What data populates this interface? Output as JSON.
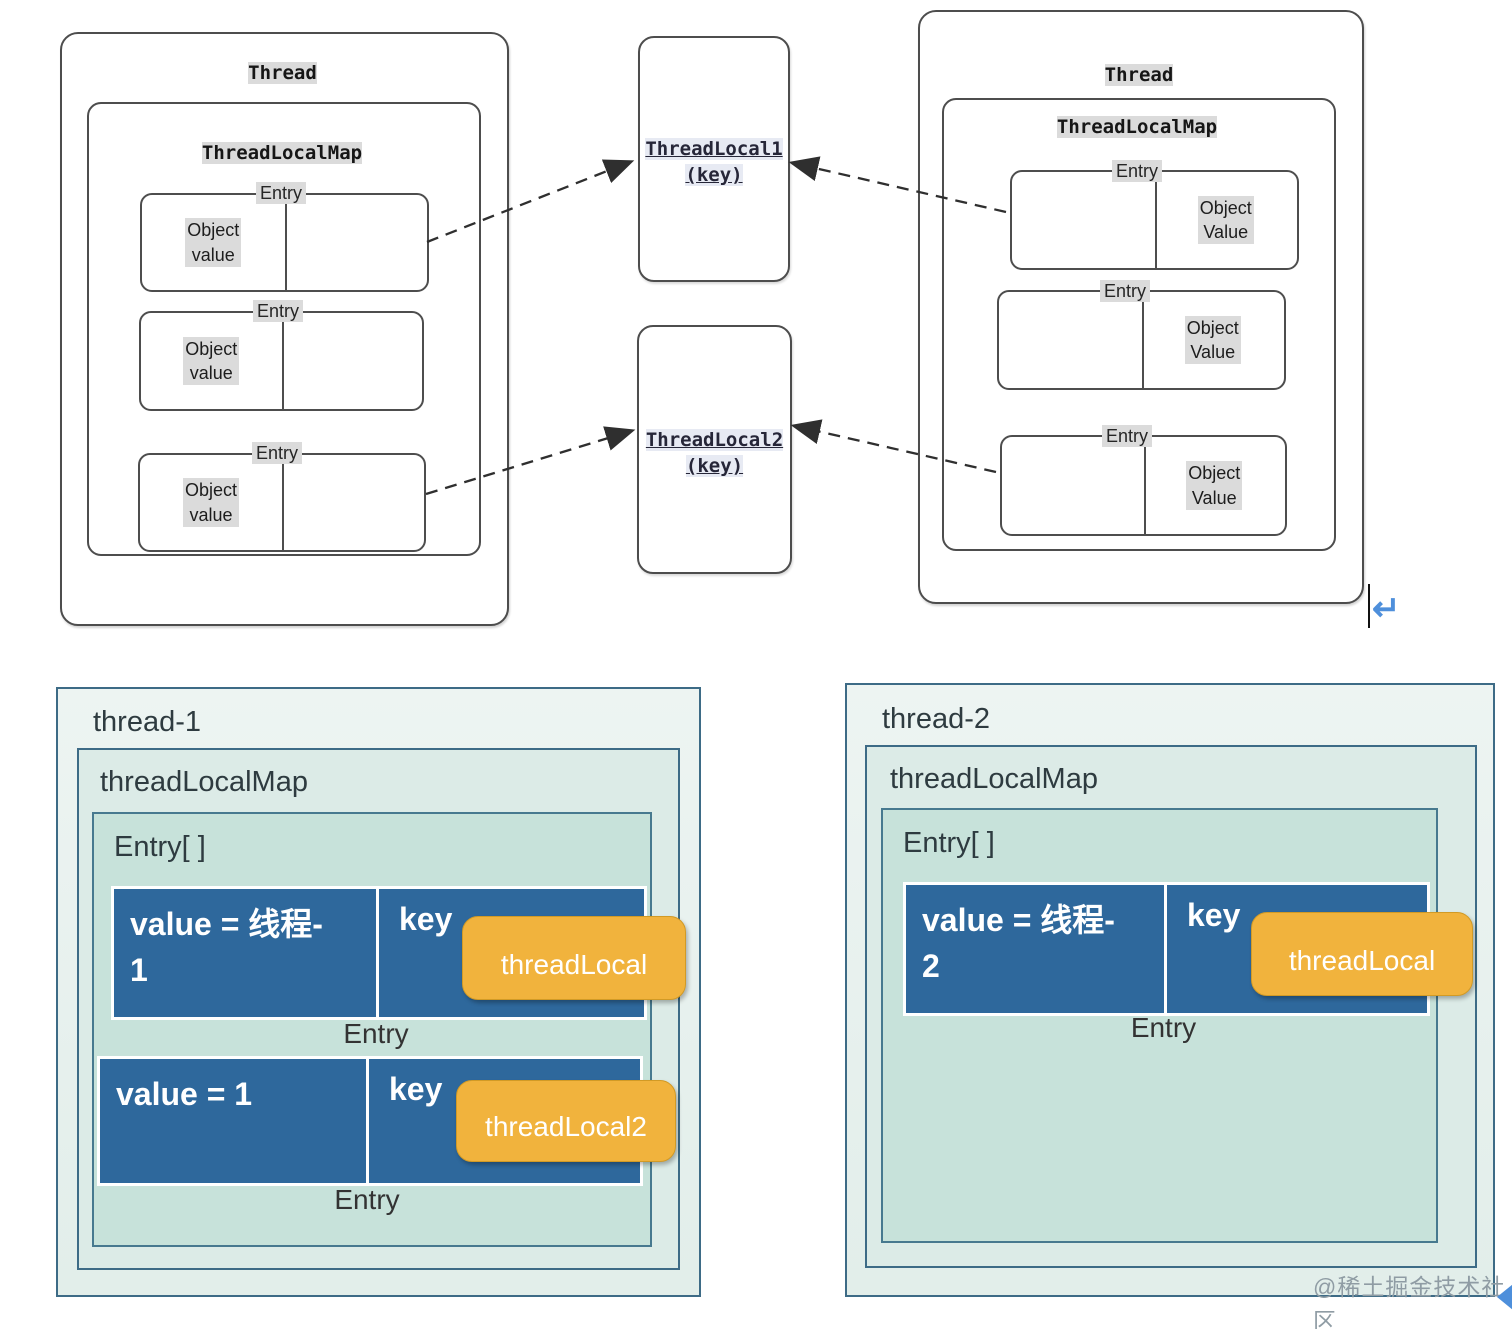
{
  "top": {
    "left_thread": {
      "title": "Thread",
      "map_title": "ThreadLocalMap",
      "entries": [
        {
          "label": "Entry",
          "line1": "Object",
          "line2": "value"
        },
        {
          "label": "Entry",
          "line1": "Object",
          "line2": "value"
        },
        {
          "label": "Entry",
          "line1": "Object",
          "line2": "value"
        }
      ]
    },
    "right_thread": {
      "title": "Thread",
      "map_title": "ThreadLocalMap",
      "entries": [
        {
          "label": "Entry",
          "line1": "Object",
          "line2": "Value"
        },
        {
          "label": "Entry",
          "line1": "Object",
          "line2": "Value"
        },
        {
          "label": "Entry",
          "line1": "Object",
          "line2": "Value"
        }
      ]
    },
    "keys": [
      {
        "name": "ThreadLocal1",
        "sub": "(key)"
      },
      {
        "name": "ThreadLocal2",
        "sub": "(key)"
      }
    ],
    "return_mark": "↵"
  },
  "bottom": {
    "thread1": {
      "title": "thread-1",
      "map_title": "threadLocalMap",
      "array_label": "Entry[ ]",
      "entries": [
        {
          "value_line1": "value = 线程-",
          "value_line2": "1",
          "key": "key",
          "badge": "threadLocal",
          "caption": "Entry"
        },
        {
          "value_line1": "value = 1",
          "value_line2": "",
          "key": "key",
          "badge": "threadLocal2",
          "caption": "Entry"
        }
      ]
    },
    "thread2": {
      "title": "thread-2",
      "map_title": "threadLocalMap",
      "array_label": "Entry[ ]",
      "entries": [
        {
          "value_line1": "value = 线程-",
          "value_line2": "2",
          "key": "key",
          "badge": "threadLocal",
          "caption": "Entry"
        }
      ]
    }
  },
  "watermark": "@稀土掘金技术社区",
  "colors": {
    "entry_blue": "#2e689c",
    "badge_orange": "#f1b33d",
    "card_border": "#3d6b86",
    "card_fill": "#e8f1ef",
    "array_fill": "#c7e2da",
    "accent_blue": "#4e8fdb"
  }
}
